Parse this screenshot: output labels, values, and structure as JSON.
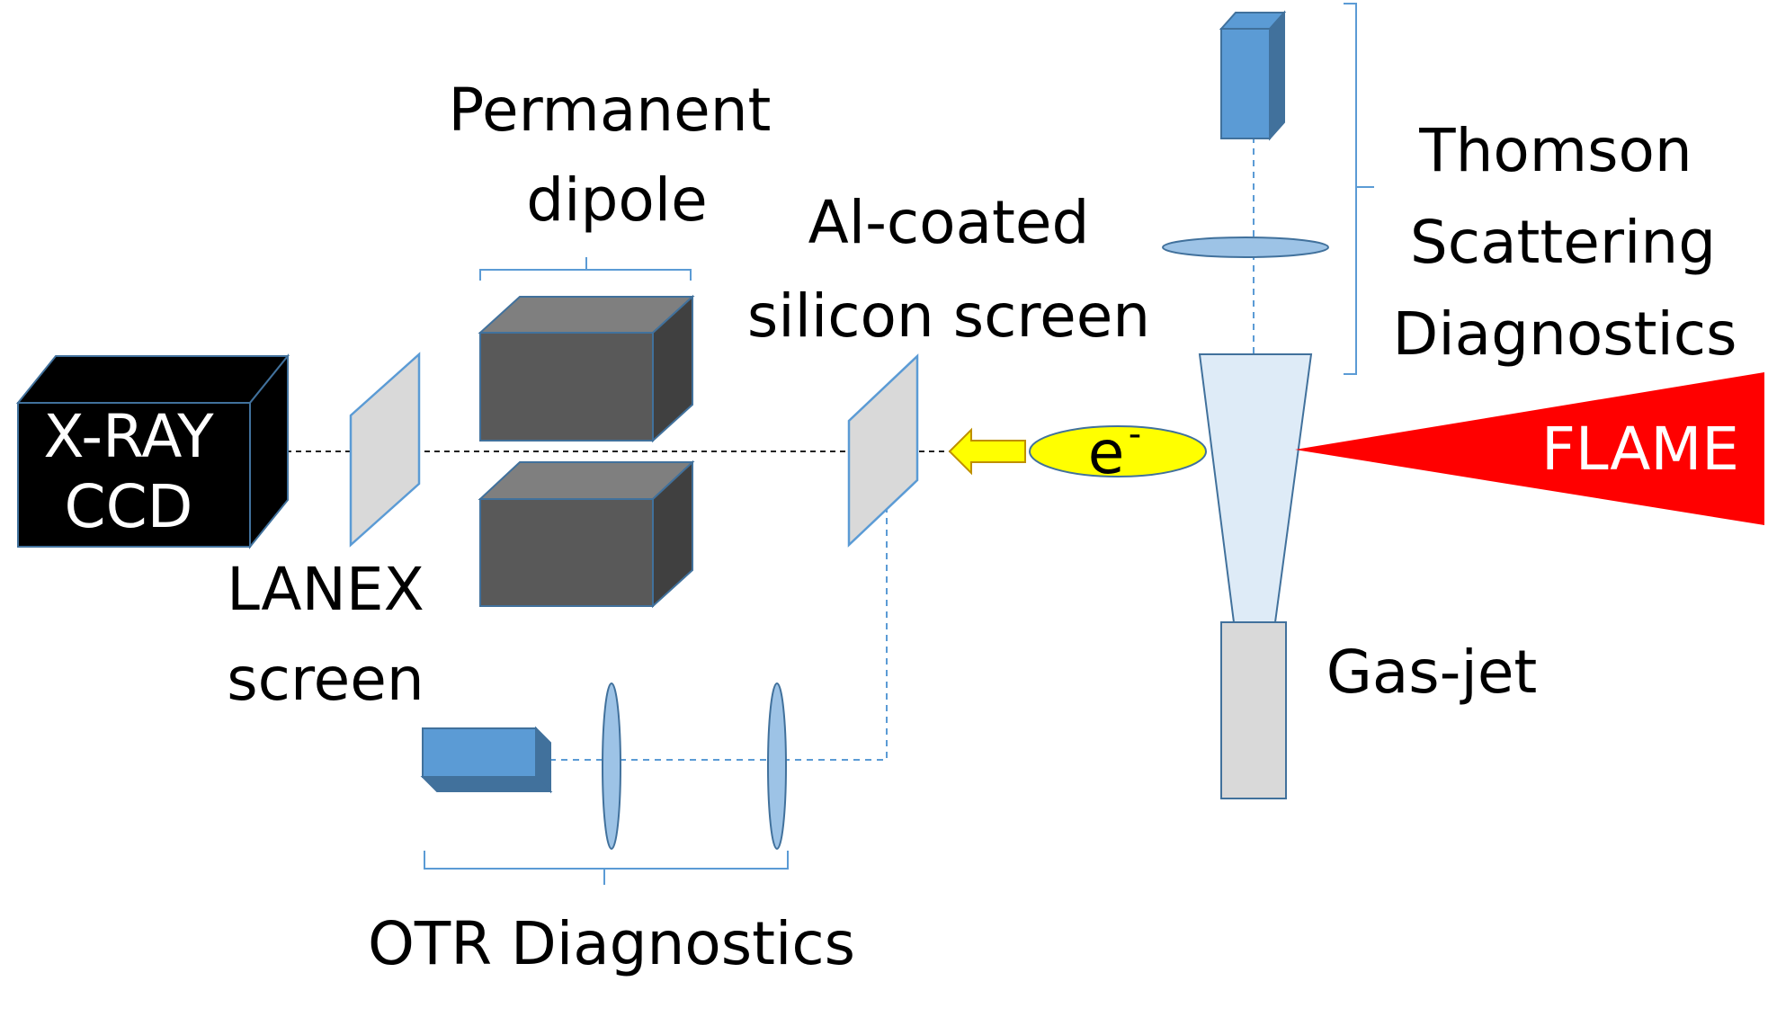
{
  "labels": {
    "xray_ccd": [
      "X-RAY",
      "CCD"
    ],
    "lanex": [
      "LANEX",
      "screen"
    ],
    "dipole": [
      "Permanent",
      "dipole"
    ],
    "al_screen": [
      "Al-coated",
      "silicon screen"
    ],
    "electron": {
      "base": "e",
      "sup": "-"
    },
    "thomson": [
      "Thomson",
      "Scattering",
      "Diagnostics"
    ],
    "flame": "FLAME",
    "gas_jet": "Gas-jet",
    "otr": "OTR Diagnostics"
  },
  "colors": {
    "ccd_box": "#000000",
    "magnet_front": "#595959",
    "magnet_top": "#7f7f7f",
    "magnet_side": "#404040",
    "screen_fill": "#d9d9d9",
    "camera_blue": "#5b9bd5",
    "camera_blue_dark": "#41719c",
    "lens_fill": "#9dc3e6",
    "gas_cone": "#deebf7",
    "gas_jet": "#d9d9d9",
    "electron_fill": "#ffff00",
    "arrow_fill": "#ffff00",
    "flame_red": "#ff0000",
    "bracket": "#5b9bd5"
  },
  "icons": {
    "ccd": "black-cube",
    "dipole_magnet": "grey-cube",
    "camera": "blue-box",
    "lens": "ellipse-lens",
    "electron_bunch": "yellow-ellipse",
    "arrow": "left-arrow"
  }
}
